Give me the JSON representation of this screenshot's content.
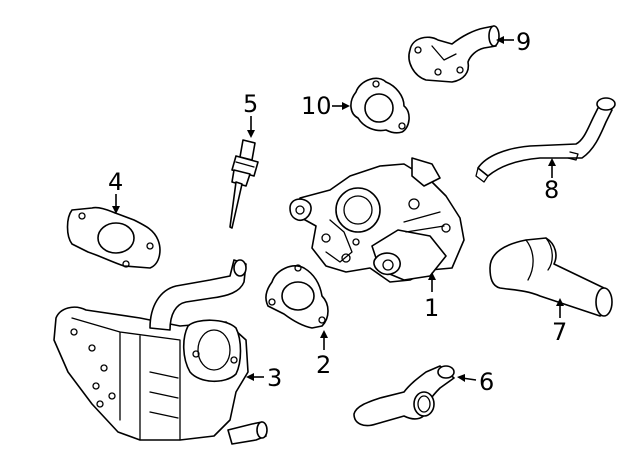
{
  "callouts": {
    "c1": "1",
    "c2": "2",
    "c3": "3",
    "c4": "4",
    "c5": "5",
    "c6": "6",
    "c7": "7",
    "c8": "8",
    "c9": "9",
    "c10": "10"
  },
  "colors": {
    "line": "#000000",
    "fill": "#ffffff",
    "background": "#ffffff"
  }
}
